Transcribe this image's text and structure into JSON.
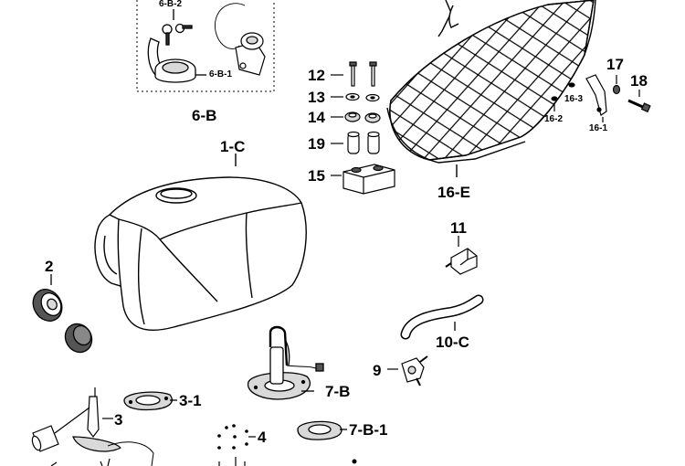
{
  "labels": {
    "p_6b2": "6-B-2",
    "p_6b1": "6-B-1",
    "p_6b": "6-B",
    "p_1c": "1-C",
    "p_2": "2",
    "p_12": "12",
    "p_13": "13",
    "p_14": "14",
    "p_19": "19",
    "p_15": "15",
    "p_16e": "16-E",
    "p_17": "17",
    "p_18": "18",
    "p_163": "16-3",
    "p_162": "16-2",
    "p_161": "16-1",
    "p_11": "11",
    "p_10c": "10-C",
    "p_9": "9",
    "p_31": "3-1",
    "p_3": "3",
    "p_7b": "7-B",
    "p_7b1": "7-B-1",
    "p_4": "4"
  },
  "colors": {
    "line": "#000000",
    "background": "#ffffff",
    "fill": "#ffffff",
    "shade": "#d9d9d9",
    "dark": "#333333"
  }
}
